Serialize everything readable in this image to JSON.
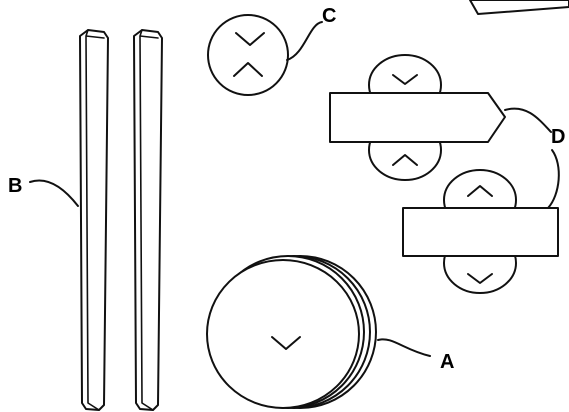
{
  "diagram": {
    "labels": {
      "a": "A",
      "b": "B",
      "c": "C",
      "d": "D"
    },
    "icons": [
      "chevron-down-icon",
      "chevron-up-icon"
    ]
  }
}
